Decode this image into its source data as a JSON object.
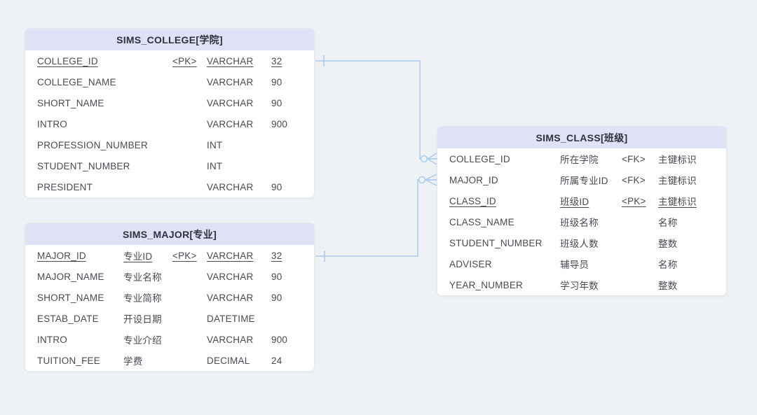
{
  "colors": {
    "background": "#eff2f4",
    "card_bg": "#ffffff",
    "header_bg": "#dfe1f7",
    "text": "#4a4b53",
    "title_text": "#30313b",
    "relation_line": "#a8cbee"
  },
  "tables": [
    {
      "title": "SIMS_COLLEGE[学院]",
      "rows": [
        {
          "name": "COLLEGE_ID",
          "comment": "",
          "key": "<PK>",
          "type": "VARCHAR",
          "size": "32",
          "pk": true
        },
        {
          "name": "COLLEGE_NAME",
          "comment": "",
          "key": "",
          "type": "VARCHAR",
          "size": "90"
        },
        {
          "name": "SHORT_NAME",
          "comment": "",
          "key": "",
          "type": "VARCHAR",
          "size": "90"
        },
        {
          "name": "INTRO",
          "comment": "",
          "key": "",
          "type": "VARCHAR",
          "size": "900"
        },
        {
          "name": "PROFESSION_NUMBER",
          "comment": "",
          "key": "",
          "type": "INT",
          "size": ""
        },
        {
          "name": "STUDENT_NUMBER",
          "comment": "",
          "key": "",
          "type": "INT",
          "size": ""
        },
        {
          "name": "PRESIDENT",
          "comment": "",
          "key": "",
          "type": "VARCHAR",
          "size": "90"
        }
      ]
    },
    {
      "title": "SIMS_MAJOR[专业]",
      "rows": [
        {
          "name": "MAJOR_ID",
          "comment": "专业ID",
          "key": "<PK>",
          "type": "VARCHAR",
          "size": "32",
          "pk": true
        },
        {
          "name": "MAJOR_NAME",
          "comment": "专业名称",
          "key": "",
          "type": "VARCHAR",
          "size": "90"
        },
        {
          "name": "SHORT_NAME",
          "comment": "专业简称",
          "key": "",
          "type": "VARCHAR",
          "size": "90"
        },
        {
          "name": "ESTAB_DATE",
          "comment": "开设日期",
          "key": "",
          "type": "DATETIME",
          "size": ""
        },
        {
          "name": "INTRO",
          "comment": "专业介绍",
          "key": "",
          "type": "VARCHAR",
          "size": "900"
        },
        {
          "name": "TUITION_FEE",
          "comment": "学费",
          "key": "",
          "type": "DECIMAL",
          "size": "24"
        }
      ]
    },
    {
      "title": "SIMS_CLASS[班级]",
      "rows": [
        {
          "name": "COLLEGE_ID",
          "comment": "所在学院",
          "key": "<FK>",
          "type": "主键标识",
          "size": ""
        },
        {
          "name": "MAJOR_ID",
          "comment": "所属专业ID",
          "key": "<FK>",
          "type": "主键标识",
          "size": ""
        },
        {
          "name": "CLASS_ID",
          "comment": "班级ID",
          "key": "<PK>",
          "type": "主键标识",
          "size": "",
          "pk": true
        },
        {
          "name": "CLASS_NAME",
          "comment": "班级名称",
          "key": "",
          "type": "名称",
          "size": ""
        },
        {
          "name": "STUDENT_NUMBER",
          "comment": "班级人数",
          "key": "",
          "type": "整数",
          "size": ""
        },
        {
          "name": "ADVISER",
          "comment": "辅导员",
          "key": "",
          "type": "名称",
          "size": ""
        },
        {
          "name": "YEAR_NUMBER",
          "comment": "学习年数",
          "key": "",
          "type": "整数",
          "size": ""
        }
      ]
    }
  ],
  "relations": [
    {
      "from_table": "SIMS_COLLEGE",
      "from_field": "COLLEGE_ID",
      "to_table": "SIMS_CLASS",
      "to_field": "COLLEGE_ID",
      "from_cardinality": "one",
      "to_cardinality": "zero-or-many"
    },
    {
      "from_table": "SIMS_MAJOR",
      "from_field": "MAJOR_ID",
      "to_table": "SIMS_CLASS",
      "to_field": "MAJOR_ID",
      "from_cardinality": "one",
      "to_cardinality": "zero-or-many"
    }
  ]
}
